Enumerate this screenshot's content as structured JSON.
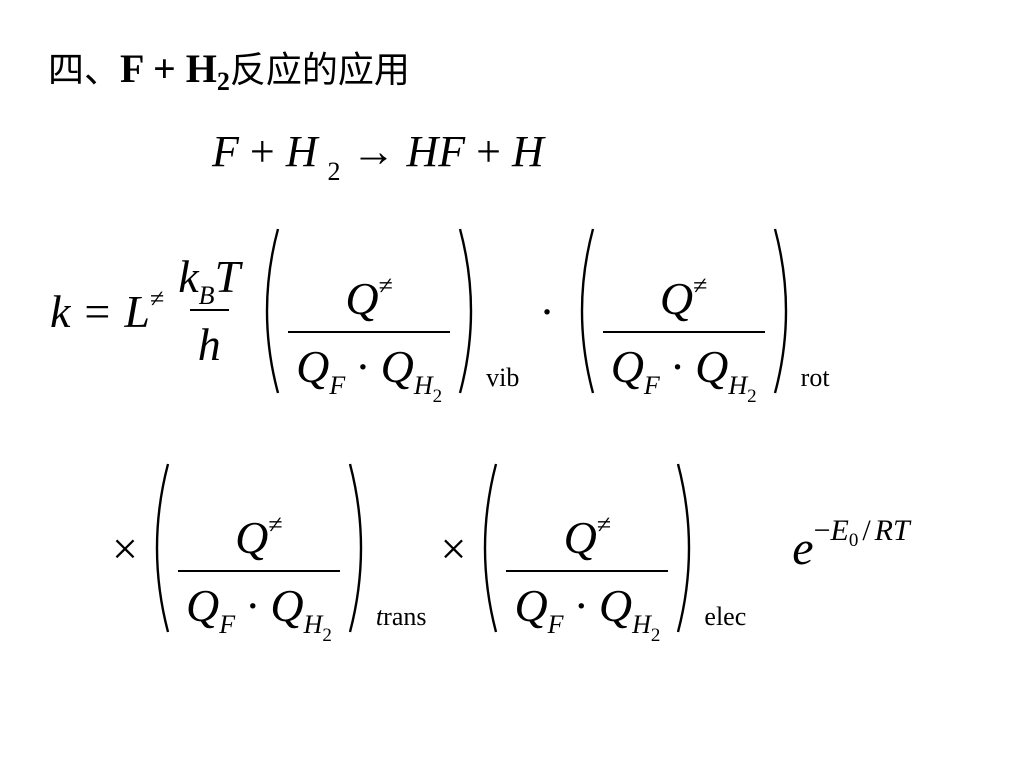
{
  "slide": {
    "heading": {
      "prefix": "四、",
      "reactant_f": "F + H",
      "reactant_sub": "2",
      "suffix": "反应的应用"
    },
    "reaction": {
      "lhs_f": "F",
      "plus1": "+",
      "lhs_h": "H",
      "lhs_h_sub": "2",
      "arrow": "→",
      "rhs_hf": "HF",
      "plus2": "+",
      "rhs_h": "H"
    },
    "formula": {
      "k": "k",
      "equals": "=",
      "L": "L",
      "neq": "≠",
      "kb_k": "k",
      "kb_sub": "B",
      "T": "T",
      "h": "h",
      "Q": "Q",
      "Q_F_sub": "F",
      "Q_H_sub": "H",
      "Q_H_subsub": "2",
      "cdot": "·",
      "times": "×",
      "label_vib": "vib",
      "label_rot": "rot",
      "label_trans_t": "t",
      "label_trans_rest": "rans",
      "label_elec": "elec",
      "e": "e",
      "exp_minus": "−",
      "exp_E": "E",
      "exp_E_sub": "0",
      "exp_slash": "/",
      "exp_RT": "RT"
    }
  }
}
